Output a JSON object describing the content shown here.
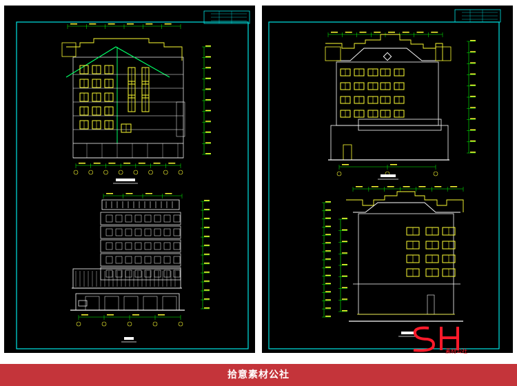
{
  "colors": {
    "frame": "#00e5e5",
    "line": "#ffffff",
    "window": "#ffff33",
    "roof": "#00ff66",
    "dimension": "#00ff00",
    "footer": "#c4343a",
    "watermark": "#ff1a2a"
  },
  "sheets": [
    {
      "id": "left",
      "drawings": [
        "building-section",
        "lower-elevation"
      ]
    },
    {
      "id": "right",
      "drawings": [
        "front-elevation",
        "side-elevation"
      ]
    }
  ],
  "watermark": {
    "letters": "SH",
    "caption": "素材公社"
  },
  "footer": {
    "text": "拾意素材公社"
  }
}
